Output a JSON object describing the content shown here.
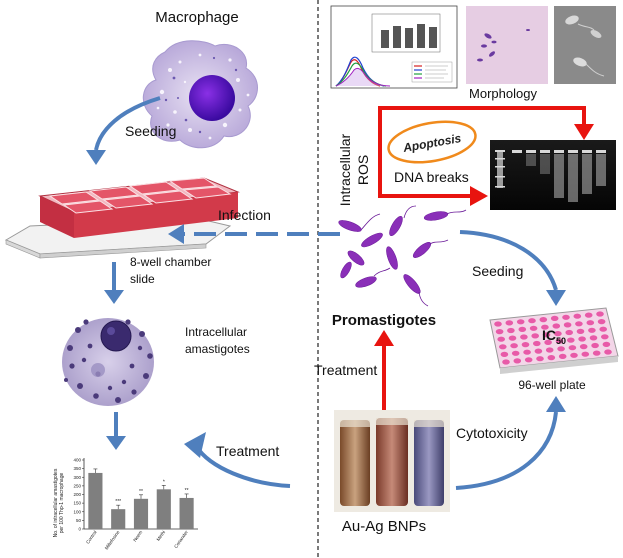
{
  "labels": {
    "macrophage": "Macrophage",
    "seeding_left": "Seeding",
    "infection": "Infection",
    "chamber_slide_1": "8-well chamber",
    "chamber_slide_2": "slide",
    "intracellular_1": "Intracellular",
    "intracellular_2": "amastigotes",
    "treatment_left": "Treatment",
    "morphology": "Morphology",
    "ros_1": "Intracellular",
    "ros_2": "ROS",
    "apoptosis": "Apoptosis",
    "dna_breaks": "DNA breaks",
    "promastigotes": "Promastigotes",
    "seeding_right": "Seeding",
    "ic50_main": "IC",
    "ic50_sub": "50",
    "well_plate": "96-well plate",
    "treatment_right": "Treatment",
    "cytotoxicity": "Cytotoxicity",
    "nanoparticles": "Au-Ag BNPs"
  },
  "bar_chart": {
    "ylabel_1": "No. of intracellular amastigotes",
    "ylabel_2": "per 100 Thp-1 macrophage",
    "yticks": [
      "0",
      "50",
      "100",
      "150",
      "200",
      "250",
      "300",
      "350",
      "400"
    ],
    "categories": [
      "Control",
      "Miltefosine",
      "Neem",
      "Methi",
      "Coriander"
    ],
    "values": [
      325,
      115,
      175,
      230,
      180
    ],
    "significance": [
      "",
      "***",
      "**",
      "*",
      "**"
    ],
    "ylim": [
      0,
      400
    ]
  },
  "colors": {
    "blue_arrow": "#4f7fbd",
    "red_arrow": "#e8140f",
    "ellipse": "#f08a1c",
    "plate_pink": "#e85aa8",
    "slide_red": "#d23a4a"
  }
}
